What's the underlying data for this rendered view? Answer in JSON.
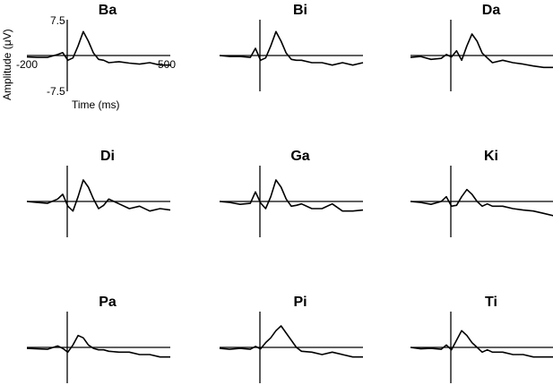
{
  "chart_data": {
    "type": "line",
    "layout": "3x3 grid",
    "xlabel": "Time (ms)",
    "ylabel": "Amplitude (μV)",
    "xlim": [
      -200,
      500
    ],
    "ylim": [
      -7.5,
      7.5
    ],
    "x_tick_labels": [
      "-200",
      "500"
    ],
    "y_tick_labels": [
      "7.5",
      "-7.5"
    ],
    "line_color": "#000000",
    "x": [
      -200,
      -150,
      -100,
      -50,
      -25,
      0,
      25,
      50,
      75,
      100,
      125,
      150,
      175,
      200,
      250,
      300,
      350,
      400,
      450,
      500
    ],
    "panels": [
      {
        "title": "Ba",
        "values": [
          -0.3,
          -0.4,
          -0.4,
          0.2,
          0.6,
          -1.0,
          -0.5,
          2.0,
          5.0,
          3.0,
          0.5,
          -0.8,
          -1.0,
          -1.5,
          -1.3,
          -1.6,
          -1.8,
          -1.5,
          -2.0,
          -2.0
        ]
      },
      {
        "title": "Bi",
        "values": [
          0.0,
          -0.2,
          -0.2,
          -0.4,
          1.5,
          -1.0,
          -0.5,
          2.0,
          5.0,
          3.0,
          0.5,
          -0.8,
          -1.0,
          -1.0,
          -1.5,
          -1.5,
          -2.0,
          -1.5,
          -2.0,
          -1.5
        ]
      },
      {
        "title": "Da",
        "values": [
          -0.4,
          -0.2,
          -0.8,
          -0.6,
          0.2,
          -0.3,
          1.0,
          -1.0,
          2.0,
          4.5,
          3.0,
          0.5,
          -0.5,
          -1.5,
          -1.0,
          -1.5,
          -1.8,
          -2.2,
          -2.5,
          -2.5
        ]
      },
      {
        "title": "Di",
        "values": [
          0.0,
          -0.2,
          -0.4,
          0.5,
          1.5,
          -1.0,
          -2.0,
          1.0,
          4.5,
          3.0,
          0.5,
          -1.5,
          -0.8,
          0.5,
          -0.5,
          -1.5,
          -1.0,
          -2.0,
          -1.5,
          -1.8
        ]
      },
      {
        "title": "Ga",
        "values": [
          0.0,
          -0.2,
          -0.6,
          -0.4,
          2.0,
          -0.3,
          -1.5,
          1.0,
          4.5,
          3.0,
          0.5,
          -1.0,
          -0.8,
          -0.5,
          -1.5,
          -1.5,
          -0.5,
          -2.0,
          -2.0,
          -1.8
        ]
      },
      {
        "title": "Ki",
        "values": [
          0.0,
          -0.2,
          -0.6,
          0.0,
          1.0,
          -1.0,
          -0.8,
          1.0,
          2.5,
          1.5,
          0.0,
          -1.0,
          -0.5,
          -1.0,
          -1.0,
          -1.5,
          -1.8,
          -2.0,
          -2.5,
          -3.0
        ]
      },
      {
        "title": "Pa",
        "values": [
          -0.2,
          -0.3,
          -0.4,
          0.3,
          -0.2,
          -1.0,
          0.5,
          2.5,
          2.0,
          0.5,
          -0.2,
          -0.5,
          -0.5,
          -0.8,
          -1.0,
          -1.0,
          -1.5,
          -1.5,
          -2.0,
          -2.0
        ]
      },
      {
        "title": "Pi",
        "values": [
          -0.2,
          -0.4,
          -0.2,
          -0.4,
          0.2,
          -0.3,
          1.0,
          2.0,
          3.5,
          4.5,
          3.0,
          1.5,
          0.0,
          -0.8,
          -1.0,
          -1.5,
          -1.0,
          -1.5,
          -2.0,
          -2.0
        ]
      },
      {
        "title": "Ti",
        "values": [
          0.0,
          -0.3,
          -0.2,
          -0.4,
          0.5,
          -0.5,
          1.5,
          3.5,
          2.5,
          1.0,
          0.0,
          -1.0,
          -0.5,
          -1.0,
          -1.0,
          -1.5,
          -1.5,
          -2.0,
          -2.0,
          -2.0
        ]
      }
    ]
  }
}
